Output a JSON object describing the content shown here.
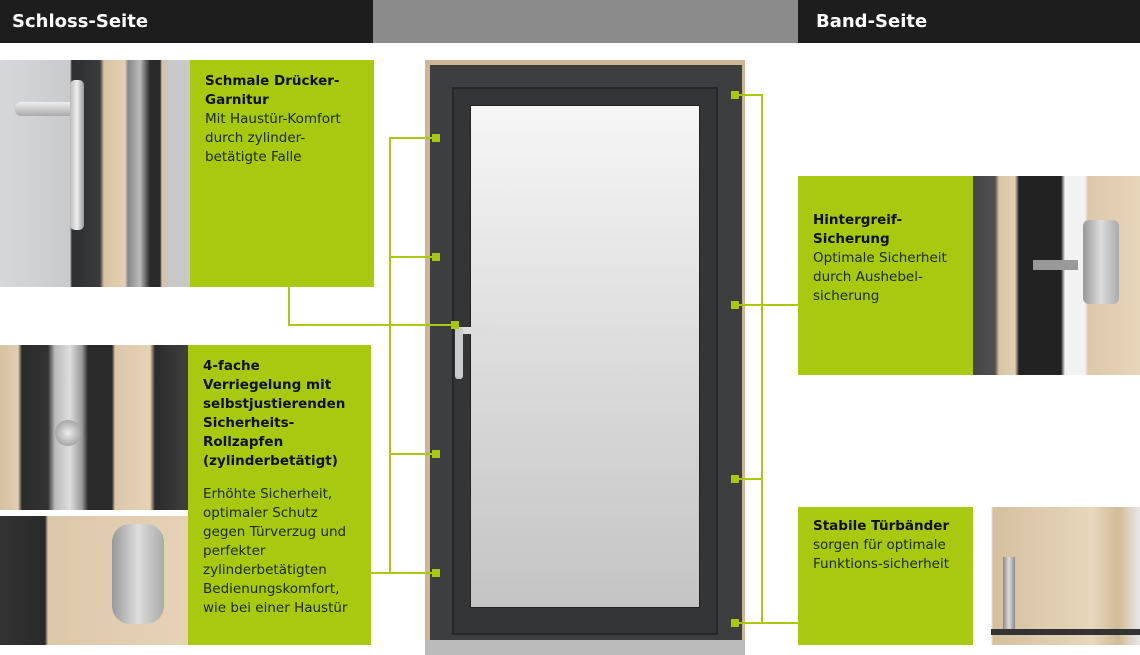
{
  "header": {
    "left": "Schloss-Seite",
    "right": "Band-Seite"
  },
  "callouts": {
    "handle": {
      "title": "Schmale Drücker-Garnitur",
      "text": "Mit Haustür-Komfort durch zylinder-betätigte Falle"
    },
    "locking": {
      "title": "4-fache Verriegelung mit selbstjustierenden Sicherheits-Rollzapfen (zylinderbetätigt)",
      "text": "Erhöhte Sicherheit, optimaler Schutz gegen Türverzug und perfekter zylinderbetätigten Bedienungskomfort, wie bei einer Haustür"
    },
    "hinge_guard": {
      "title": "Hintergreif-Sicherung",
      "text": "Optimale Sicherheit durch Aushebel-sicherung"
    },
    "hinges": {
      "title": "Stabile Türbänder",
      "text": "sorgen für optimale Funktions-sicherheit"
    }
  },
  "colors": {
    "accent": "#a9c810",
    "header": "#1d1d1d",
    "frame": "#3a3b3d"
  }
}
